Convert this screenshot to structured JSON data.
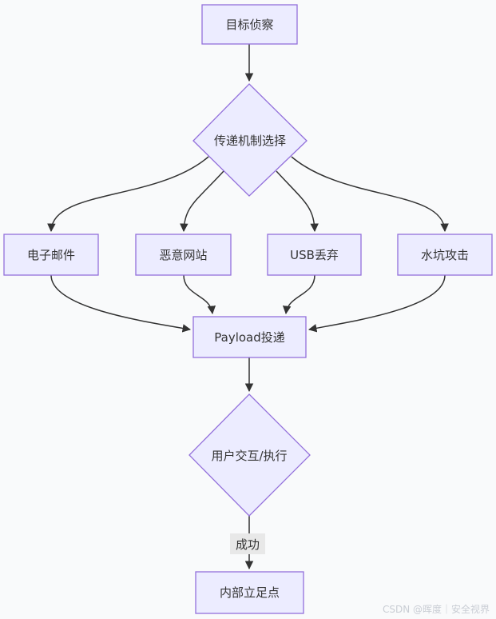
{
  "diagram": {
    "type": "flowchart",
    "direction": "top-down",
    "colors": {
      "page_bg": "#f9fafb",
      "node_fill": "#ececff",
      "node_border": "#9370db",
      "edge_color": "#333333",
      "text_color": "#333333",
      "label_bg": "#e8e8e8",
      "watermark_color": "#c9cdd4"
    },
    "nodes": {
      "recon": {
        "shape": "rect",
        "label": "目标侦察"
      },
      "delivery_choice": {
        "shape": "diamond",
        "label": "传递机制选择"
      },
      "email": {
        "shape": "rect",
        "label": "电子邮件"
      },
      "malicious_site": {
        "shape": "rect",
        "label": "恶意网站"
      },
      "usb_drop": {
        "shape": "rect",
        "label": "USB丢弃"
      },
      "watering_hole": {
        "shape": "rect",
        "label": "水坑攻击"
      },
      "payload": {
        "shape": "rect",
        "label": "Payload投递"
      },
      "user_interaction": {
        "shape": "diamond",
        "label": "用户交互/执行"
      },
      "foothold": {
        "shape": "rect",
        "label": "内部立足点"
      }
    },
    "edges": [
      {
        "from": "recon",
        "to": "delivery_choice",
        "label": ""
      },
      {
        "from": "delivery_choice",
        "to": "email",
        "label": ""
      },
      {
        "from": "delivery_choice",
        "to": "malicious_site",
        "label": ""
      },
      {
        "from": "delivery_choice",
        "to": "usb_drop",
        "label": ""
      },
      {
        "from": "delivery_choice",
        "to": "watering_hole",
        "label": ""
      },
      {
        "from": "email",
        "to": "payload",
        "label": ""
      },
      {
        "from": "malicious_site",
        "to": "payload",
        "label": ""
      },
      {
        "from": "usb_drop",
        "to": "payload",
        "label": ""
      },
      {
        "from": "watering_hole",
        "to": "payload",
        "label": ""
      },
      {
        "from": "payload",
        "to": "user_interaction",
        "label": ""
      },
      {
        "from": "user_interaction",
        "to": "foothold",
        "label": "成功"
      }
    ],
    "edge_labels": {
      "success": "成功"
    }
  },
  "watermark": "CSDN @晖度｜安全视界"
}
